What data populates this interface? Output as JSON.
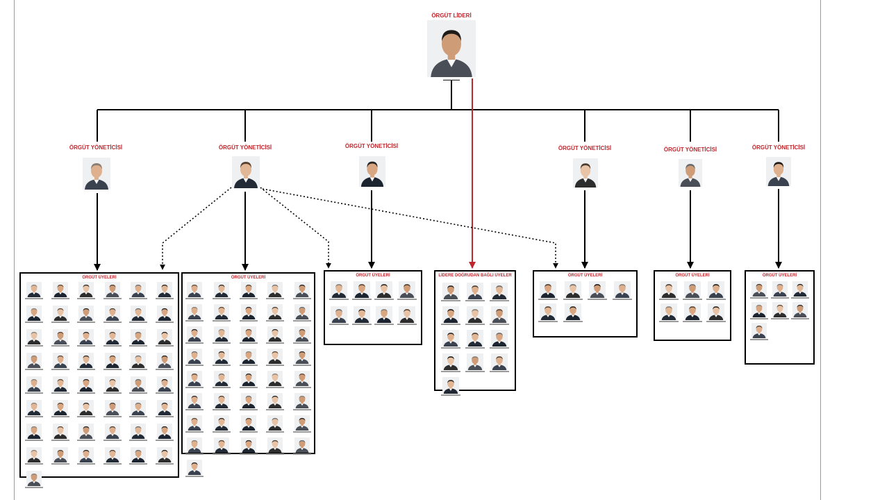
{
  "labels": {
    "leader_role": "ÖRGÜT LİDERİ",
    "manager_role": "ÖRGÜT YÖNETİCİSİ",
    "members_title": "ÖRGÜT ÜYELERİ",
    "special_group_title": "LİDERE DOĞRUDAN BAĞLI ÜYELER"
  },
  "colors": {
    "accent_red": "#c0262d",
    "line": "#000000",
    "box_border": "#000000"
  },
  "managers": [
    {
      "id": "m1",
      "role": "ÖRGÜT YÖNETİCİSİ"
    },
    {
      "id": "m2",
      "role": "ÖRGÜT YÖNETİCİSİ"
    },
    {
      "id": "m3",
      "role": "ÖRGÜT YÖNETİCİSİ"
    },
    {
      "id": "m4",
      "role": "ÖRGÜT YÖNETİCİSİ"
    },
    {
      "id": "m5",
      "role": "ÖRGÜT YÖNETİCİSİ"
    },
    {
      "id": "m6",
      "role": "ÖRGÜT YÖNETİCİSİ"
    }
  ],
  "groups": [
    {
      "id": "g1",
      "title": "ÖRGÜT ÜYELERİ",
      "member_count": 49
    },
    {
      "id": "g2",
      "title": "ÖRGÜT ÜYELERİ",
      "member_count": 41
    },
    {
      "id": "g3",
      "title": "ÖRGÜT ÜYELERİ",
      "member_count": 8
    },
    {
      "id": "g4",
      "title": "LİDERE DOĞRUDAN BAĞLI ÜYELER",
      "member_count": 13
    },
    {
      "id": "g5",
      "title": "ÖRGÜT ÜYELERİ",
      "member_count": 6
    },
    {
      "id": "g6",
      "title": "ÖRGÜT ÜYELERİ",
      "member_count": 6
    },
    {
      "id": "g7",
      "title": "ÖRGÜT ÜYELERİ",
      "member_count": 7
    }
  ]
}
